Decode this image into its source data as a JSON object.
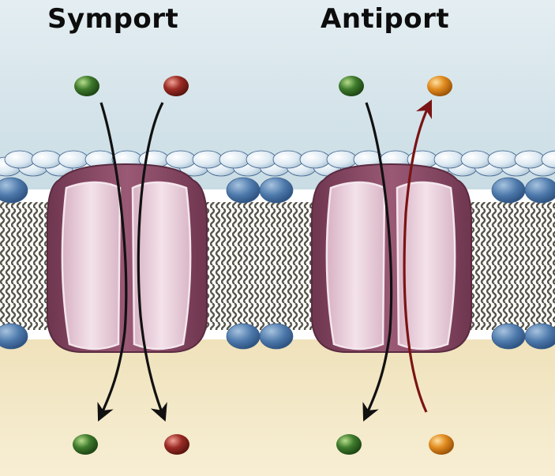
{
  "titles": {
    "symport": "Symport",
    "antiport": "Antiport"
  },
  "colors": {
    "extracellular": "#cddfe6",
    "intracellular": "#f3e7c4",
    "phospholipid_head": "#4d79ab",
    "upper_head_row": "#d8e6f0",
    "lipid_tail": "#58564a",
    "transporter_protein": "#8a4a65",
    "transporter_lobe": "#ead0dc",
    "solute_green": "#3e7a2c",
    "solute_red": "#9a2b24",
    "solute_orange": "#e08a1e",
    "arrow_black": "#111111",
    "arrow_dark_red": "#7a1414"
  },
  "transporters": [
    {
      "name": "symport",
      "solutes": [
        "green",
        "red"
      ],
      "direction": "same"
    },
    {
      "name": "antiport",
      "solutes": [
        "green",
        "orange"
      ],
      "direction": "opposite"
    }
  ]
}
